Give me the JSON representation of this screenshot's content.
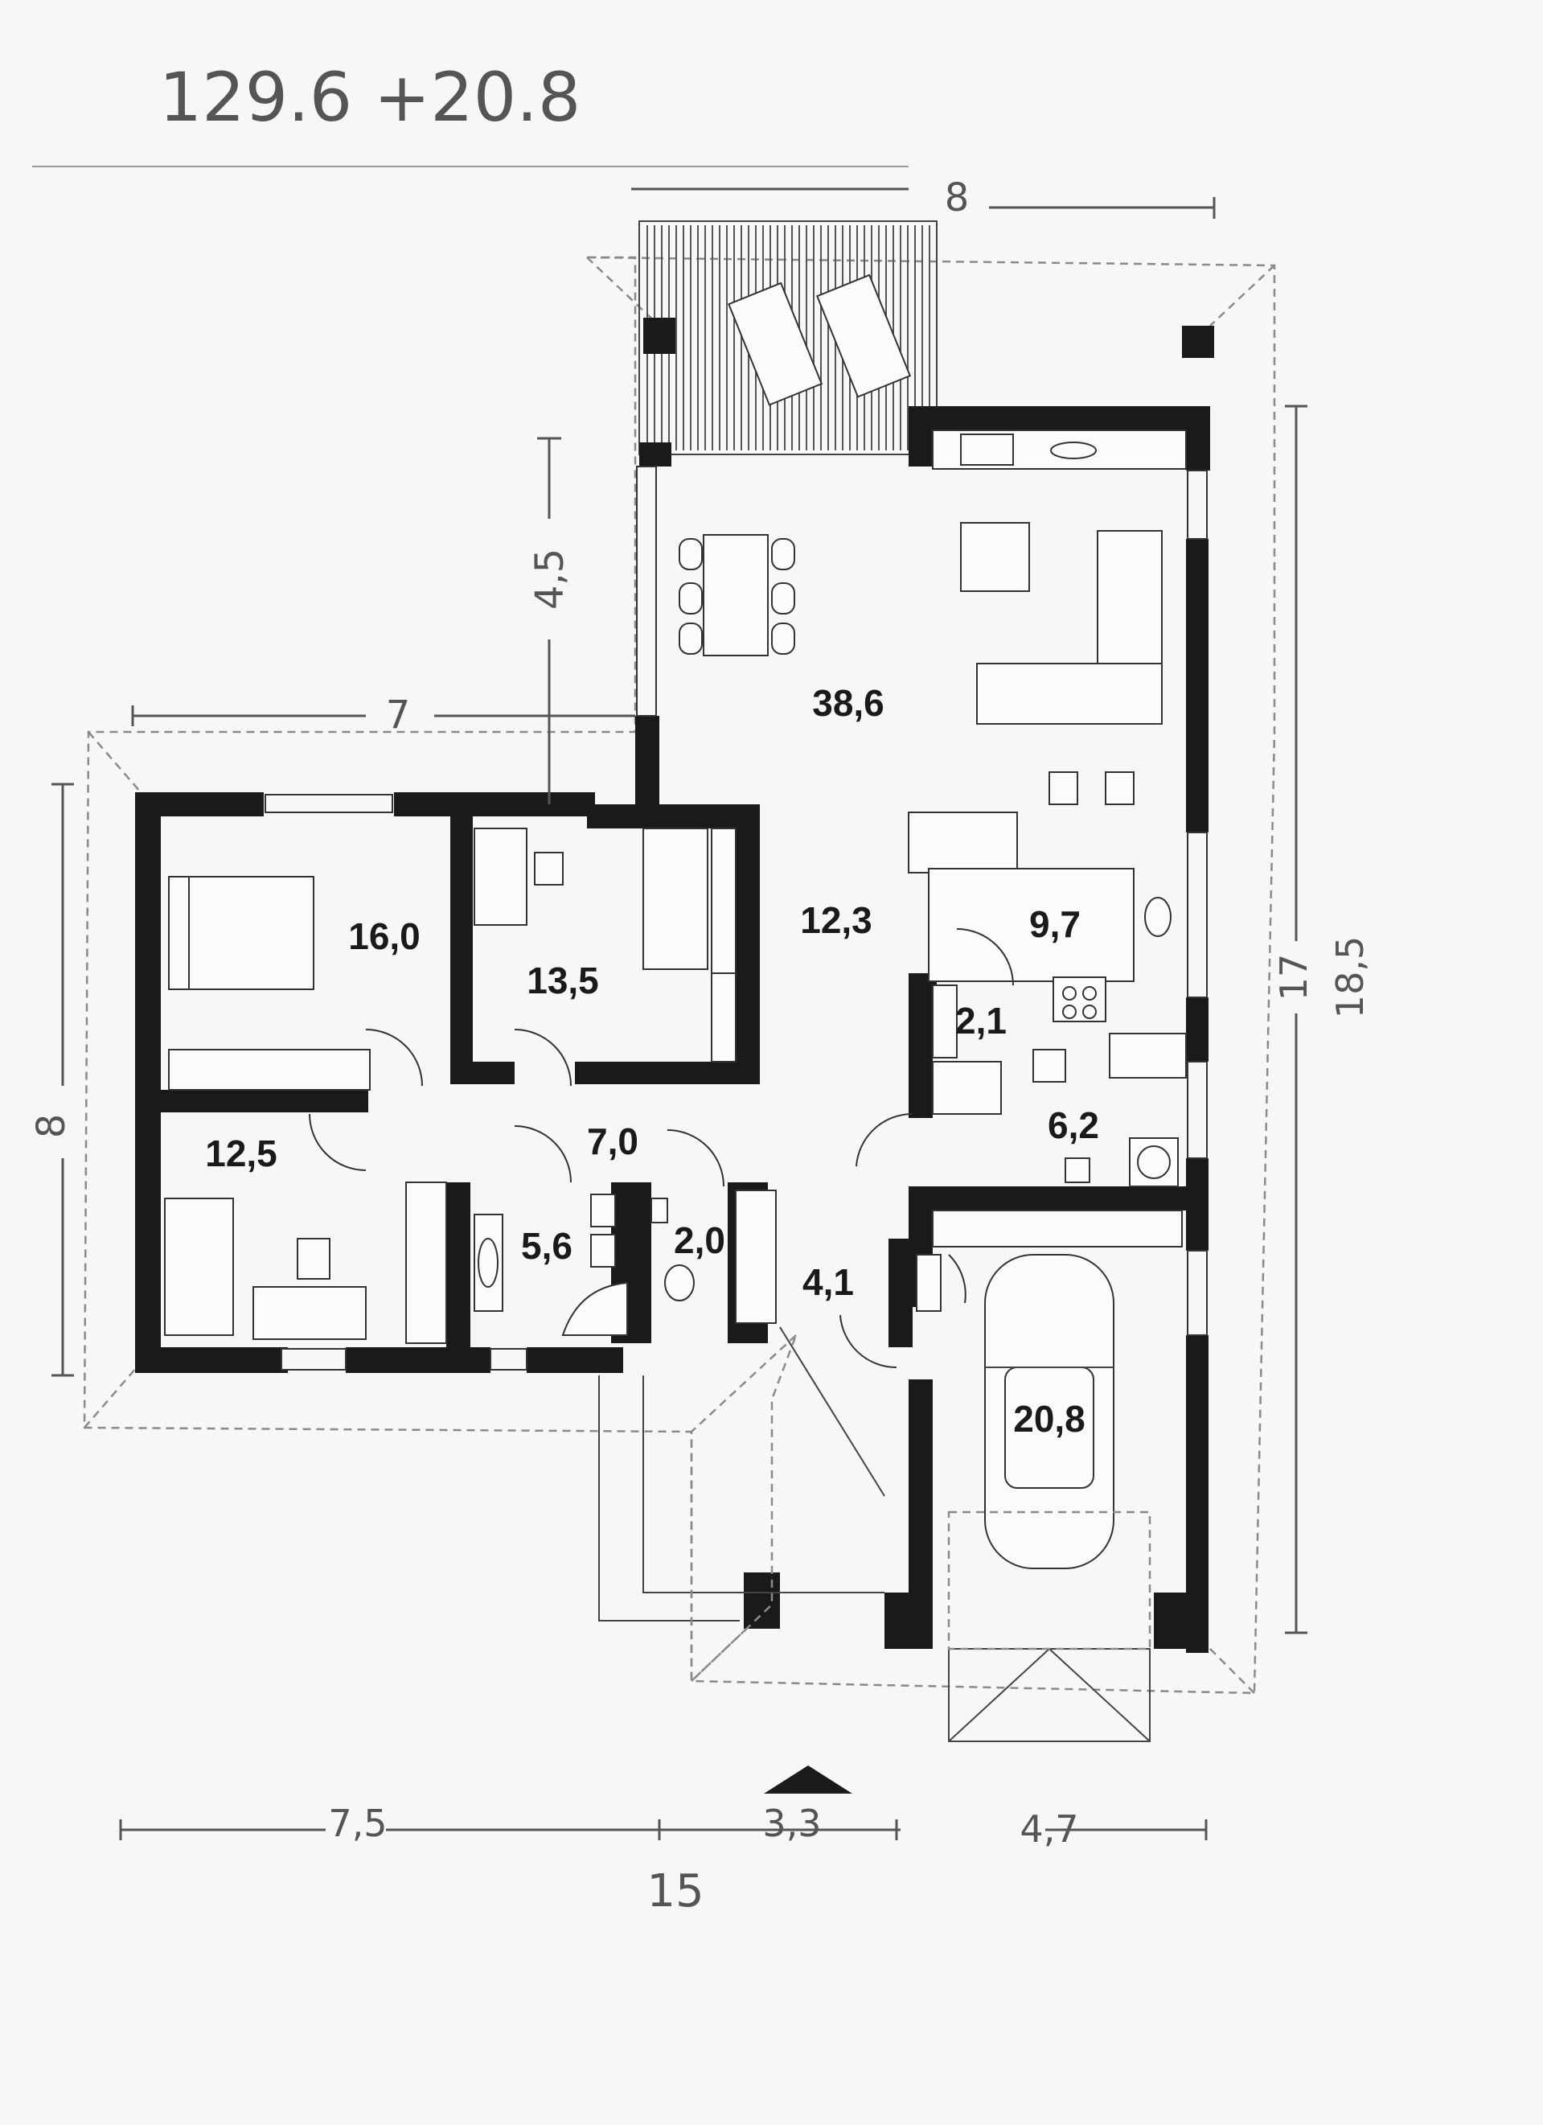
{
  "header": {
    "area_note": "129.6  +20.8"
  },
  "rooms": [
    {
      "key": "living",
      "label": "38,6"
    },
    {
      "key": "hall",
      "label": "12,3"
    },
    {
      "key": "kitchen",
      "label": "9,7"
    },
    {
      "key": "pantry",
      "label": "2,1"
    },
    {
      "key": "utility",
      "label": "6,2"
    },
    {
      "key": "bedroom1",
      "label": "16,0"
    },
    {
      "key": "bedroom2",
      "label": "13,5"
    },
    {
      "key": "bedroom3",
      "label": "12,5"
    },
    {
      "key": "corridor",
      "label": "7,0"
    },
    {
      "key": "bathroom",
      "label": "5,6"
    },
    {
      "key": "wc",
      "label": "2,0"
    },
    {
      "key": "entry",
      "label": "4,1"
    },
    {
      "key": "garage",
      "label": "20,8"
    }
  ],
  "dimensions": {
    "top": "8",
    "left_upper": "4,5",
    "left_wing_top": "7",
    "left_wing_height": "8",
    "right_inner": "17",
    "right_outer": "18,5",
    "bottom_left": "7,5",
    "bottom_mid": "3,3",
    "bottom_right": "4,7",
    "bottom_total": "15"
  },
  "colors": {
    "wall": "#1a1a1a",
    "paper": "#f7f7f5",
    "pencil": "#555555"
  }
}
